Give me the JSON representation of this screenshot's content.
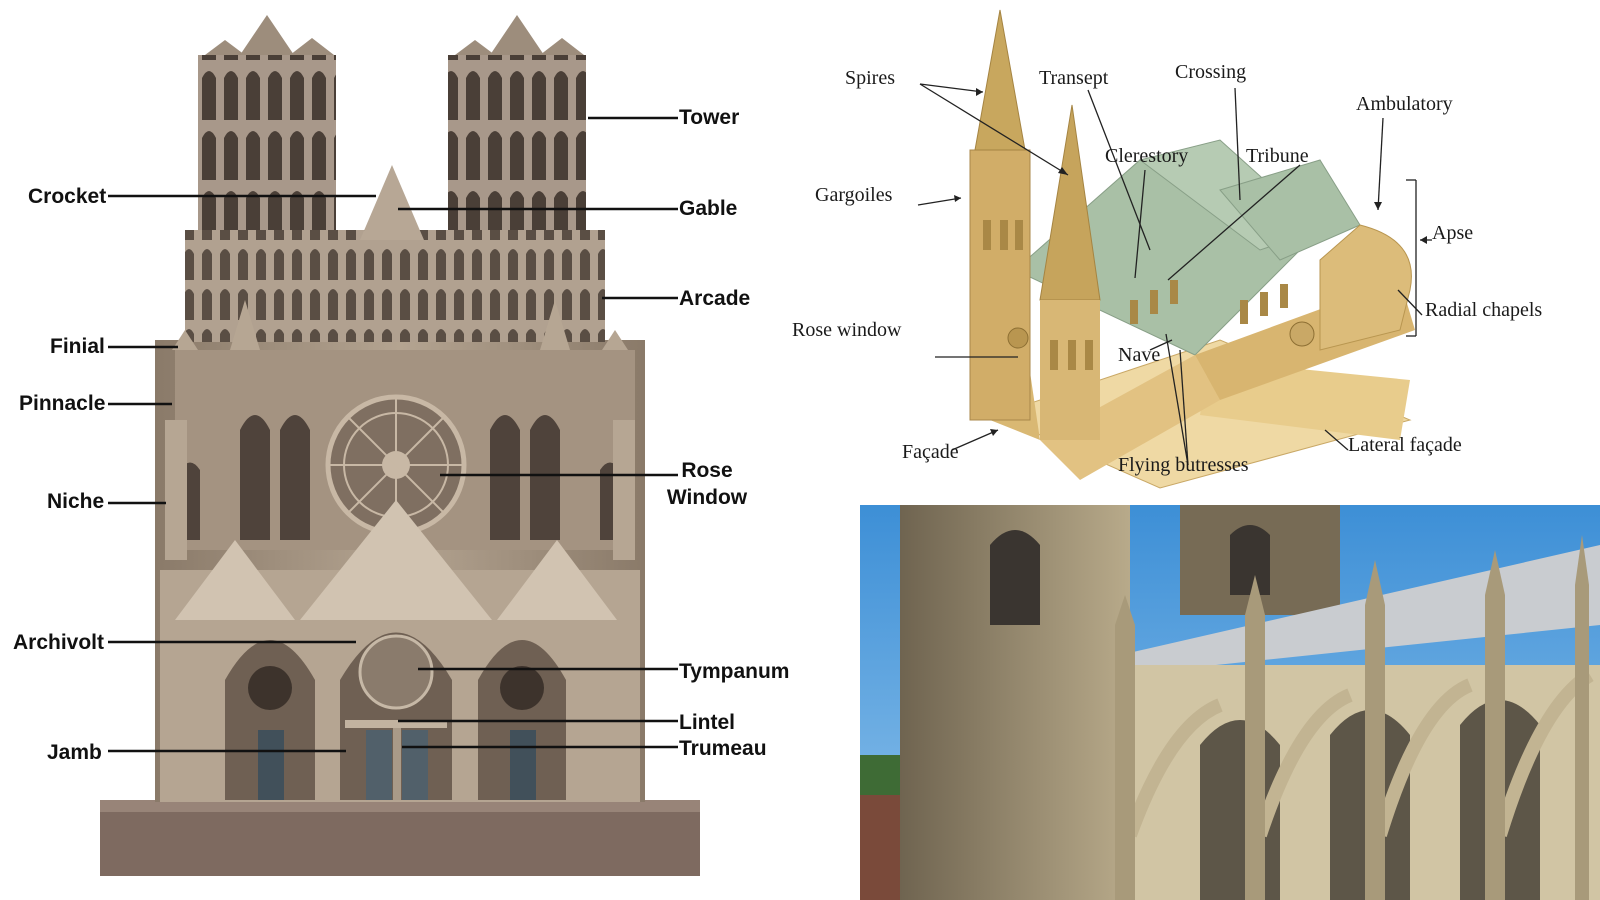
{
  "facade_labels": {
    "tower": "Tower",
    "crocket": "Crocket",
    "gable": "Gable",
    "arcade": "Arcade",
    "finial": "Finial",
    "pinnacle": "Pinnacle",
    "niche": "Niche",
    "rose_window_line1": "Rose",
    "rose_window_line2": "Window",
    "archivolt": "Archivolt",
    "tympanum": "Tympanum",
    "lintel": "Lintel",
    "jamb": "Jamb",
    "trumeau": "Trumeau"
  },
  "cutaway_labels": {
    "spires": "Spires",
    "transept": "Transept",
    "crossing": "Crossing",
    "ambulatory": "Ambulatory",
    "clerestory": "Clerestory",
    "tribune": "Tribune",
    "gargoiles": "Gargoiles",
    "apse": "Apse",
    "rose_window": "Rose window",
    "radial_chapels": "Radial chapels",
    "nave": "Nave",
    "facade": "Façade",
    "flying_butresses": "Flying butresses",
    "lateral_facade": "Lateral façade"
  },
  "colors": {
    "facade_stone": "#9a8a78",
    "cutaway_stone": "#e6c98a",
    "roof_green": "#a9c0a6",
    "sky_blue": "#3d8fd6"
  }
}
